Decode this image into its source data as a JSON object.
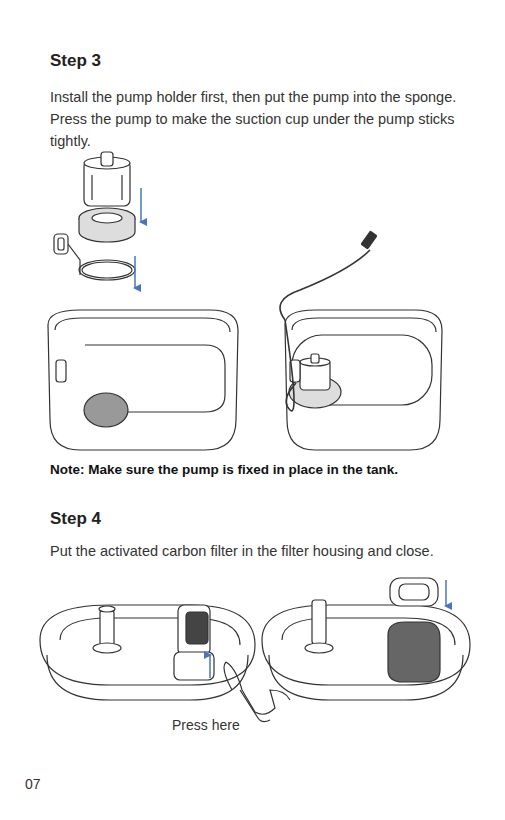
{
  "diagram": {
    "labels": [
      "Step 3",
      "Install the pump holder first, then put the pump into the sponge. Press the pump to make the suction cup under the pump sticks tightly.",
      "Note: Make sure the pump is fixed in place in the tank.",
      "Step 4",
      "Put the activated carbon filter in the filter housing and close.",
      "Press here",
      "07"
    ]
  }
}
